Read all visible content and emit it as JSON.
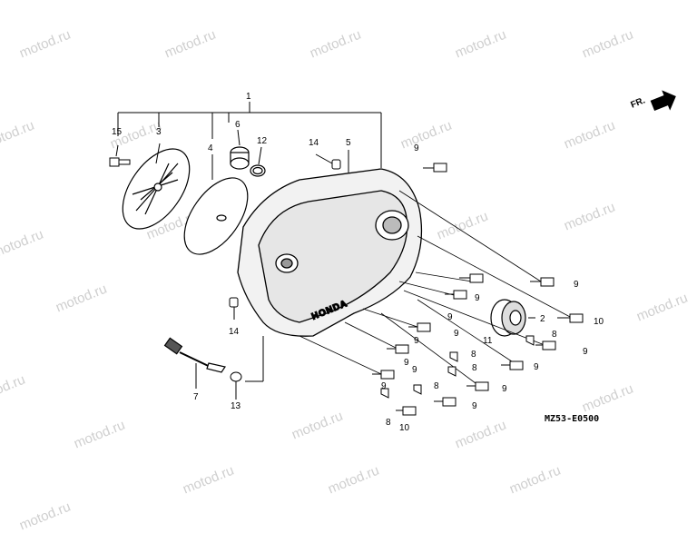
{
  "watermark": "motod.ru",
  "diagram_code": "MZ53-E0500",
  "direction_label": "FR.",
  "callouts": {
    "c1": "1",
    "c2": "2",
    "c3": "3",
    "c4": "4",
    "c5": "5",
    "c6": "6",
    "c7": "7",
    "c8a": "8",
    "c8b": "8",
    "c8c": "8",
    "c8d": "8",
    "c8e": "8",
    "c9a": "9",
    "c9b": "9",
    "c9c": "9",
    "c9d": "9",
    "c9e": "9",
    "c9f": "9",
    "c9g": "9",
    "c9h": "9",
    "c9i": "9",
    "c9j": "9",
    "c9k": "9",
    "c9l": "9",
    "c9m": "9",
    "c10a": "10",
    "c10b": "10",
    "c11": "11",
    "c12": "12",
    "c13": "13",
    "c14a": "14",
    "c14b": "14",
    "c15": "15"
  }
}
